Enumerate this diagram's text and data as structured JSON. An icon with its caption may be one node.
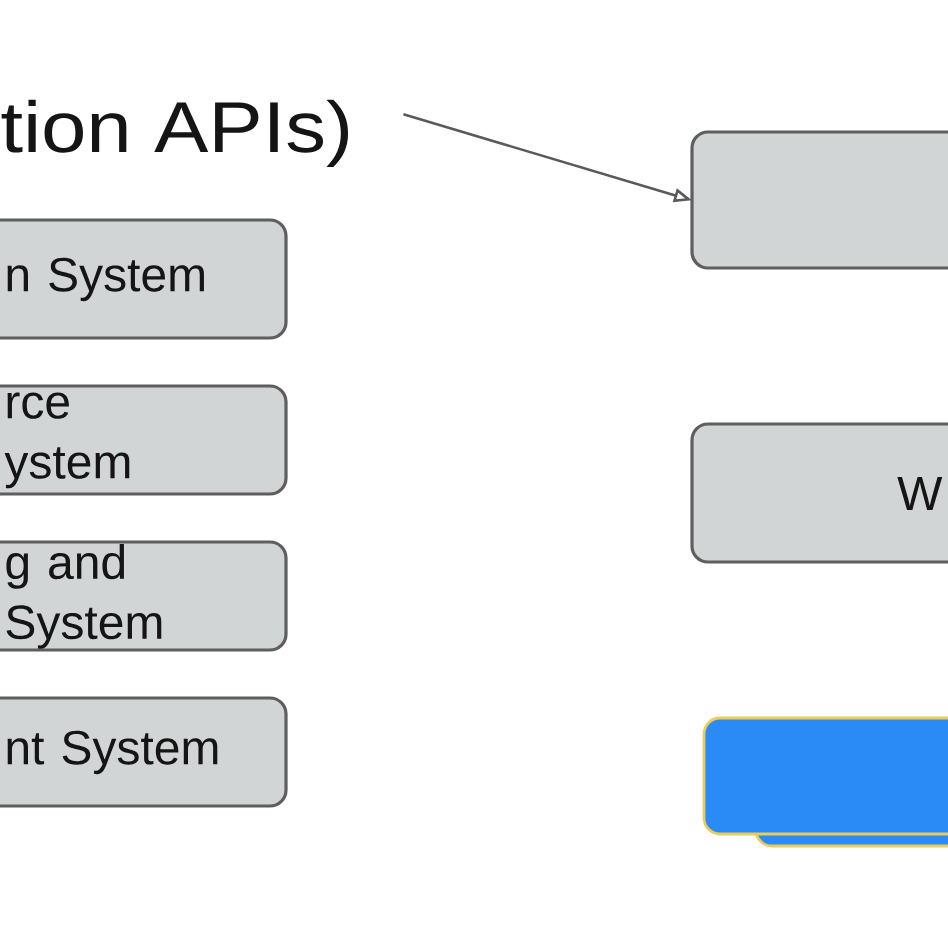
{
  "diagram": {
    "nodes": [
      {
        "text": [
          "tion APIs)"
        ]
      },
      {
        "text": [
          "n System"
        ]
      },
      {
        "text": [
          "rce ystem"
        ]
      },
      {
        "text": [
          "g and System"
        ]
      },
      {
        "text": [
          "nt System"
        ]
      },
      {
        "text": [],
        "shape": "box"
      },
      {
        "text": [
          "W"
        ]
      },
      {
        "text": [],
        "shape": "box"
      }
    ],
    "edges": [
      {
        "from": 0,
        "to": 5,
        "arrow": "to"
      }
    ]
  }
}
